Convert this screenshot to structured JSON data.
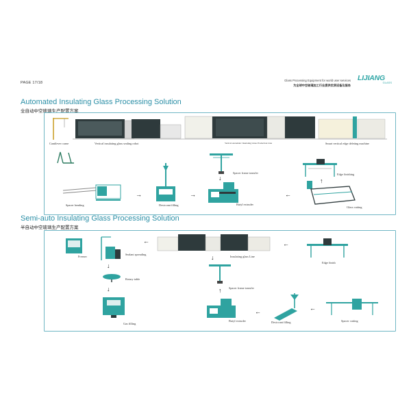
{
  "header": {
    "page": "PAGE 17/18",
    "tagline_en": "Glass Processing Equipment for world user services",
    "tagline_cn": "为全球中空玻璃加工行业提供优质设备及服务",
    "logo": "LIJIANG",
    "logo_sub": "GLASS"
  },
  "automated": {
    "title": "Automated Insulating Glass Processing Solution",
    "title_cn": "全自动中空玻璃生产配置方案",
    "labels": {
      "cantilever": "Cantilever crane",
      "sealing_robot": "Vertical insulating glass sealing robot",
      "production_line": "Vertical Automatic Insulating Glass Production Line",
      "edge_deleting": "Smart vertical edge deleting machine",
      "spacer_frame_transfer": "Spacer frame transfer",
      "edge_finishing": "Edge finishing",
      "spacer_bending": "Spacer bending",
      "desiccant_filling": "Desiccant filling",
      "butyl_extruder": "Butyl extruder",
      "glass_cutting": "Glass cutting"
    }
  },
  "semiauto": {
    "title": "Semi-auto Insulating Glass Processing Solution",
    "title_cn": "半自动中空玻璃生产配置方案",
    "labels": {
      "freezer": "Freezer",
      "sealant_spreading": "Sealant spreading",
      "insulating_glass_line": "Insulating glass Line",
      "edge_finish": "Edge finish",
      "rotary_table": "Rotary table",
      "spacer_frame_transfer": "Spacer frame transfer",
      "butyl_extruder": "Butyl extruder",
      "desiccant_filling": "Desiccant filling",
      "spacer_cutting": "Spacer cutting",
      "gas_filling": "Gas filling"
    }
  },
  "colors": {
    "accent": "#2a8ea6",
    "frame": "#6fb6c4",
    "machine_teal": "#2fa3a0",
    "machine_dark": "#2e3a3c"
  },
  "arrows": {
    "right": "→",
    "left": "←",
    "down": "↓"
  }
}
